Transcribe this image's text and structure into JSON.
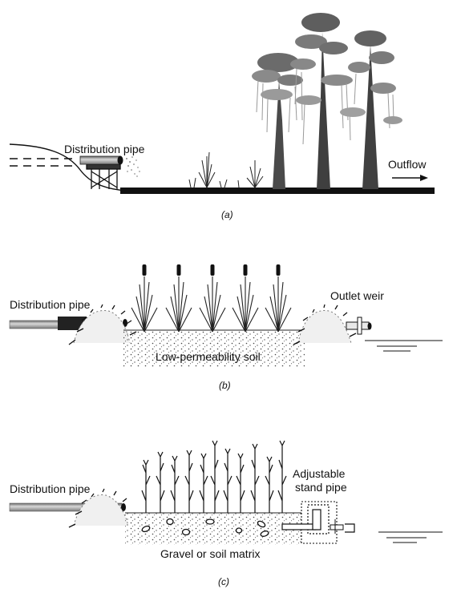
{
  "panel_a": {
    "label_pipe": "Distribution pipe",
    "label_outflow": "Outflow",
    "caption": "(a)"
  },
  "panel_b": {
    "label_pipe": "Distribution pipe",
    "label_weir": "Outlet weir",
    "label_soil": "Low-permeability soil",
    "caption": "(b)"
  },
  "panel_c": {
    "label_pipe": "Distribution pipe",
    "label_stand_1": "Adjustable",
    "label_stand_2": "stand pipe",
    "label_matrix": "Gravel or soil matrix",
    "caption": "(c)"
  }
}
